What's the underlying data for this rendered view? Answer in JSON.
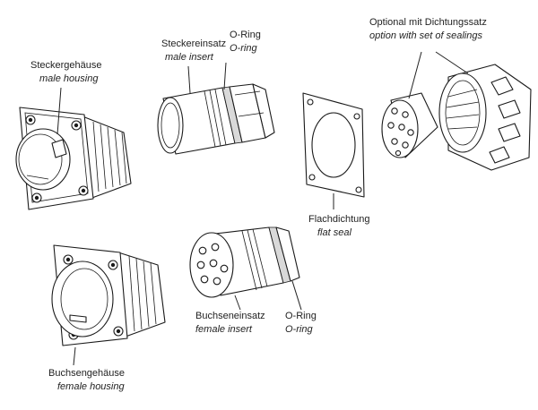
{
  "labels": {
    "male_housing_de": "Steckergehäuse",
    "male_housing_en": "male housing",
    "male_insert_de": "Steckereinsatz",
    "male_insert_en": "male insert",
    "oring_top_de": "O-Ring",
    "oring_top_en": "O-ring",
    "sealing_set_de": "Optional mit Dichtungssatz",
    "sealing_set_en": "option with set of sealings",
    "flat_seal_de": "Flachdichtung",
    "flat_seal_en": "flat seal",
    "female_insert_de": "Buchseneinsatz",
    "female_insert_en": "female insert",
    "oring_bottom_de": "O-Ring",
    "oring_bottom_en": "O-ring",
    "female_housing_de": "Buchsengehäuse",
    "female_housing_en": "female housing"
  }
}
